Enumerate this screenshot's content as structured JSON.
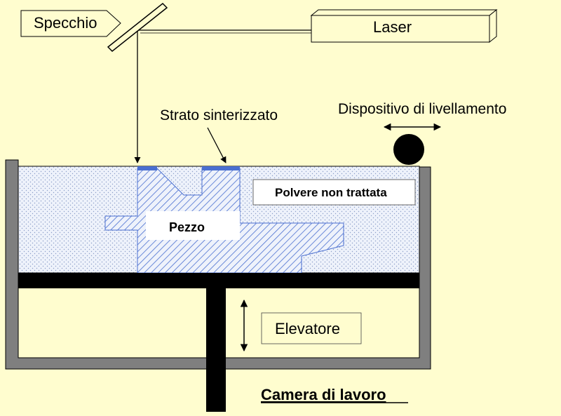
{
  "labels": {
    "mirror": "Specchio",
    "laser": "Laser",
    "sintered_layer": "Strato sinterizzato",
    "leveling_device": "Dispositivo di livellamento",
    "untreated_powder": "Polvere non trattata",
    "part": "Pezzo",
    "elevator": "Elevatore",
    "work_chamber": "Camera di lavoro"
  },
  "colors": {
    "background": "#fffdcf",
    "chamber_wall": "#7f7f7f",
    "platform": "#000000",
    "powder_fill": "#eef2fb",
    "powder_dots": "#8c9ec8",
    "part_hatch": "#4a6fd0",
    "sintered_layer": "#4a6fd0",
    "label_box": "#ffffff"
  }
}
